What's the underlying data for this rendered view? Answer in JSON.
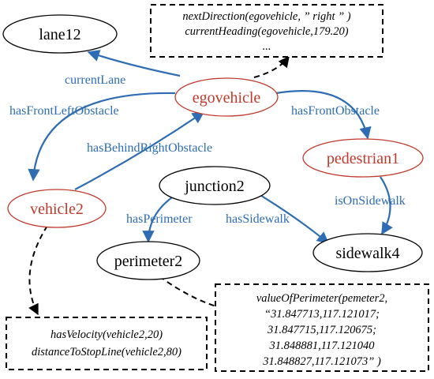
{
  "nodes": {
    "lane12": "lane12",
    "egovehicle": "egovehicle",
    "pedestrian1": "pedestrian1",
    "vehicle2": "vehicle2",
    "junction2": "junction2",
    "perimeter2": "perimeter2",
    "sidewalk4": "sidewalk4"
  },
  "edges": {
    "currentLane": "currentLane",
    "hasFrontLeftObstacle": "hasFrontLeftObstacle",
    "hasFrontObstacle": "hasFrontObstacle",
    "hasBehindRightObstacle": "hasBehindRightObstacle",
    "isOnSidewalk": "isOnSidewalk",
    "hasPerimeter": "hasPerimeter",
    "hasSidewalk": "hasSidewalk"
  },
  "notes": {
    "ego": [
      "nextDirection(egovehicle, ” right ” )",
      "currentHeading(egovehicle,179.20)",
      "..."
    ],
    "vehicle": [
      "hasVelocity(vehicle2,20)",
      "distanceToStopLine(vehicle2,80)"
    ],
    "perimeter": [
      "valueOfPerimeter(pemeter2,",
      "“31.847713,117.121017;",
      "31.847715,117.120675;",
      "31.848881,117.121040",
      "31.848827,117.121073” )"
    ]
  },
  "colors": {
    "edge": "#2e6db4",
    "highlight_node": "#c0392b",
    "default_node": "#000000"
  }
}
